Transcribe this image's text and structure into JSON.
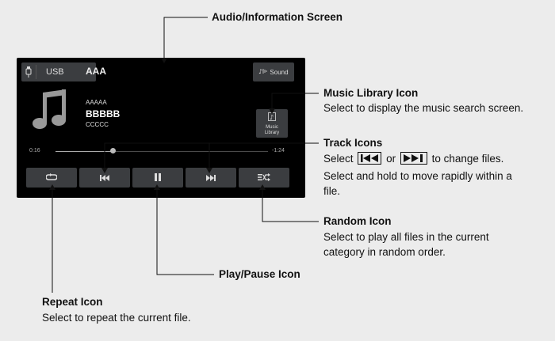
{
  "callouts": {
    "screen": {
      "title": "Audio/Information Screen"
    },
    "music_library": {
      "title": "Music Library Icon",
      "desc": "Select to display the music search screen."
    },
    "track": {
      "title": "Track Icons",
      "desc_pre": "Select",
      "desc_or": "or",
      "desc_post": "to change files.",
      "desc_line2": "Select and hold to move rapidly within a",
      "desc_line3": "file."
    },
    "random": {
      "title": "Random Icon",
      "desc_line1": "Select to play all files in the current",
      "desc_line2": "category in random order."
    },
    "play_pause": {
      "title": "Play/Pause Icon"
    },
    "repeat": {
      "title": "Repeat Icon",
      "desc": "Select to repeat the current file."
    }
  },
  "screen": {
    "source_label": "USB",
    "title": "AAA",
    "sound_label": "Sound",
    "track_line1": "AAAAA",
    "track_line2": "BBBBB",
    "track_line3": "CCCCC",
    "library_label_line1": "Music",
    "library_label_line2": "Library",
    "time_elapsed": "0:16",
    "time_remaining": "-1:24",
    "progress": 0.27
  },
  "icons": {
    "source": "usb-icon",
    "sound": "sound-icon",
    "album_art": "music-note-icon",
    "library": "music-library-icon",
    "repeat": "repeat-icon",
    "previous": "skip-back-icon",
    "pause": "pause-icon",
    "next": "skip-forward-icon",
    "random": "shuffle-icon"
  },
  "colors": {
    "background": "#ececec",
    "screen": "#000000",
    "button": "#3b3d40",
    "callout_line": "#111111"
  }
}
